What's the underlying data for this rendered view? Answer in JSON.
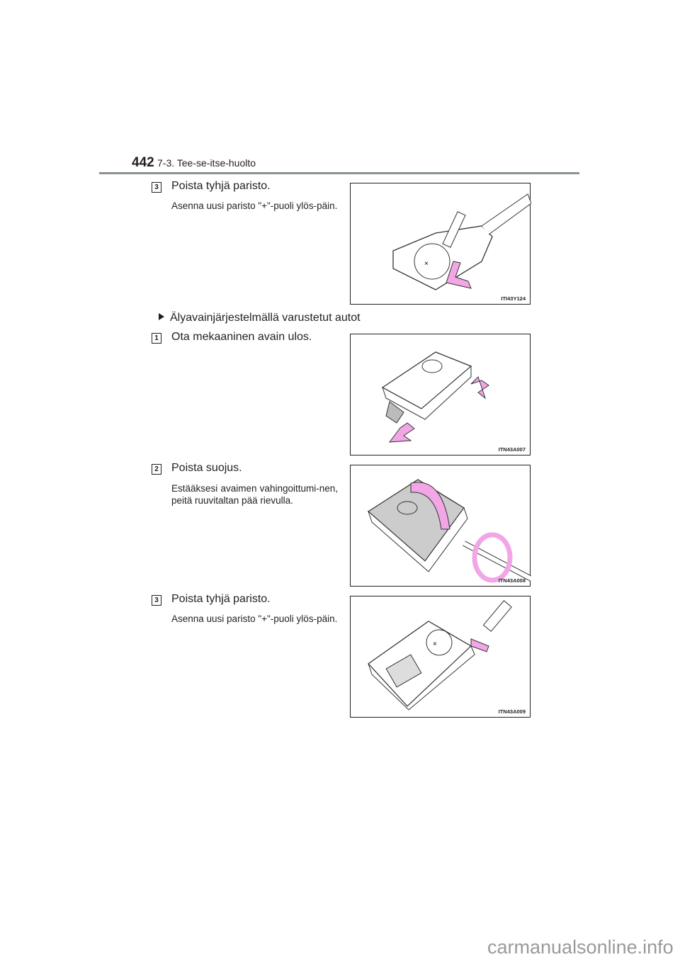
{
  "header": {
    "page_number": "442",
    "section": "7-3. Tee-se-itse-huolto"
  },
  "steps": [
    {
      "number": "3",
      "title": "Poista tyhjä paristo.",
      "text": "Asenna uusi paristo \"+\"-puoli ylös-päin.",
      "figure_code": "ITI43Y124"
    },
    {
      "number": "1",
      "title": "Ota mekaaninen avain ulos.",
      "figure_code": "ITN43A007"
    },
    {
      "number": "2",
      "title": "Poista suojus.",
      "text": "Estääksesi avaimen vahingoittumi-nen, peitä ruuvitaltan pää rievulla.",
      "figure_code": "ITN43A008"
    },
    {
      "number": "3",
      "title": "Poista tyhjä paristo.",
      "text": "Asenna uusi paristo \"+\"-puoli ylös-päin.",
      "figure_code": "ITN43A009"
    }
  ],
  "subsection": "Älyavainjärjestelmällä varustetut autot",
  "watermark": "carmanualsonline.info",
  "colors": {
    "arrow": "#f3a6e6",
    "rule": "#8a9194"
  }
}
